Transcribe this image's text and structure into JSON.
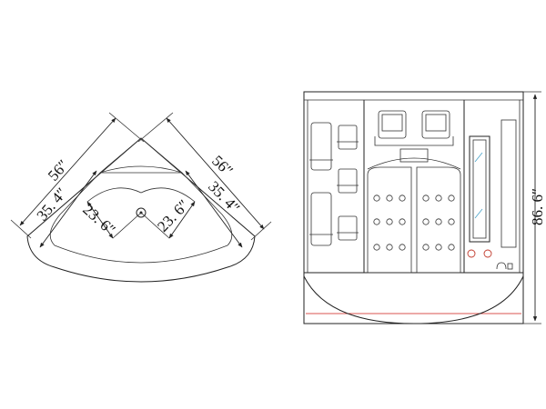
{
  "plan_view": {
    "dim_outer_left": "56″",
    "dim_outer_right": "56″",
    "dim_mid_left": "35. 4″",
    "dim_mid_right": "35. 4″",
    "dim_inner_left": "23. 6″",
    "dim_inner_right": "23. 6″"
  },
  "front_view": {
    "dim_height": "86. 6″",
    "accent_color": "#d9534f"
  }
}
